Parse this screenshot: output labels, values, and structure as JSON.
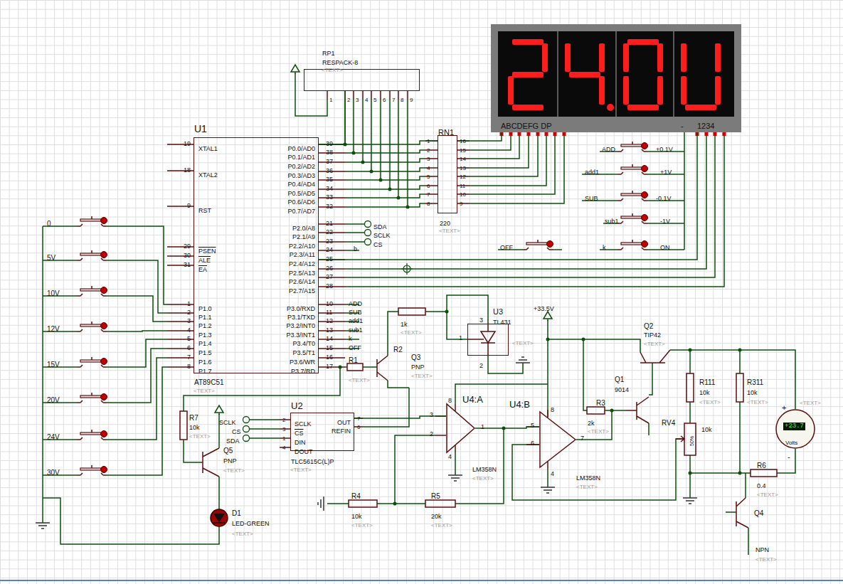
{
  "diagram": {
    "nodes": [
      {
        "text": [
          "U1",
          "XTAL1",
          "XTAL2",
          "RST",
          "PSEN",
          "ALE",
          "EA",
          "P1.0",
          "P1.1",
          "P1.2",
          "P1.3",
          "P1.4",
          "P1.5",
          "P1.6",
          "P1.7",
          "P0.0/AD0",
          "P0.1/AD1",
          "P0.2/AD2",
          "P0.3/AD3",
          "P0.4/AD4",
          "P0.5/AD5",
          "P0.6/AD6",
          "P0.7/AD7",
          "P2.0/A8",
          "P2.1/A9",
          "P2.2/A10",
          "P2.3/A11",
          "P2.4/A12",
          "P2.5/A13",
          "P2.6/A14",
          "P2.7/A15",
          "P3.0/RXD",
          "P3.1/TXD",
          "P3.2/INT0",
          "P3.3/INT1",
          "P3.4/T0",
          "P3.5/T1",
          "P3.6/WR",
          "P3.7/RD",
          "AT89C51"
        ]
      },
      {
        "text": [
          "RP1",
          "RESPACK-8"
        ]
      },
      {
        "text": [
          "RN1",
          "220"
        ]
      },
      {
        "text": [
          "ABCDEFG DP",
          "1234"
        ]
      },
      {
        "text": [
          "U2",
          "SCLK",
          "CS",
          "DIN",
          "DOUT",
          "OUT",
          "REFIN",
          "TLC5615C(L)P"
        ]
      },
      {
        "text": [
          "U4:A"
        ]
      },
      {
        "text": [
          "U4:B"
        ]
      },
      {
        "text": [
          "U3",
          "TL431"
        ]
      },
      {
        "text": [
          "+23.7",
          "Volts"
        ]
      }
    ],
    "edges": [
      {
        "from": 0,
        "to": 2,
        "arrow": "none"
      },
      {
        "from": 1,
        "to": 0,
        "arrow": "none"
      },
      {
        "from": 2,
        "to": 3,
        "arrow": "none"
      },
      {
        "from": 0,
        "to": 3,
        "arrow": "none"
      },
      {
        "from": 4,
        "to": 5,
        "arrow": "none"
      },
      {
        "from": 5,
        "to": 6,
        "arrow": "none"
      }
    ],
    "labels": [
      "19",
      "18",
      "9",
      "29",
      "30",
      "31",
      "1",
      "2",
      "3",
      "4",
      "5",
      "6",
      "7",
      "8",
      "39",
      "38",
      "37",
      "36",
      "35",
      "34",
      "33",
      "32",
      "21",
      "22",
      "23",
      "24",
      "25",
      "26",
      "27",
      "28",
      "10",
      "11",
      "12",
      "13",
      "14",
      "15",
      "16",
      "17",
      "<TEXT>",
      "<TEXT>",
      "1",
      "2",
      "3",
      "4",
      "5",
      "6",
      "7",
      "8",
      "9",
      "<TEXT>",
      "1",
      "2",
      "3",
      "4",
      "5",
      "6",
      "7",
      "8",
      "16",
      "15",
      "14",
      "13",
      "12",
      "11",
      "10",
      "9",
      "-",
      "ADD",
      "+0.1V",
      "add1",
      "+1V",
      "SUB",
      "-0.1V",
      "sub1",
      "-1V",
      "OFF",
      "k",
      "ON",
      "0",
      "5V",
      "10V",
      "12V",
      "15V",
      "20V",
      "24V",
      "30V",
      "SDA",
      "SCLK",
      "CS",
      "b",
      "ADD",
      "SUB",
      "add1",
      "sub1",
      "k",
      "OFF",
      "SCLK",
      "CS",
      "SDA",
      "2",
      "3",
      "1",
      "4",
      "7",
      "6",
      "<TEXT>",
      "1k",
      "<TEXT>",
      "R1",
      "<TEXT>",
      "R2",
      "Q3",
      "PNP",
      "<TEXT>",
      "<TEXT>",
      "3",
      "1",
      "2",
      "+33.5V",
      "Q2",
      "TIP42",
      "<TEXT>",
      "Q1",
      "9014",
      "R3",
      "2k",
      "<TEXT>",
      "3",
      "2",
      "8",
      "4",
      "1",
      "5",
      "6",
      "7",
      "8",
      "4",
      "LM358N",
      "<TEXT>",
      "LM358N",
      "<TEXT>",
      "R4",
      "10k",
      "<TEXT>",
      "R5",
      "20k",
      "<TEXT>",
      "R7",
      "10k",
      "<TEXT>",
      "Q5",
      "PNP",
      "<TEXT>",
      "D1",
      "LED-GREEN",
      "<TEXT>",
      "R111",
      "10k",
      "<TEXT>",
      "R311",
      "10k",
      "<TEXT>",
      "RV4",
      "10k",
      "50%",
      "+",
      "-",
      "<TEXT>",
      "R6",
      "0.4",
      "<TEXT>",
      "Q4",
      "NPN",
      "<TEXT>"
    ]
  }
}
